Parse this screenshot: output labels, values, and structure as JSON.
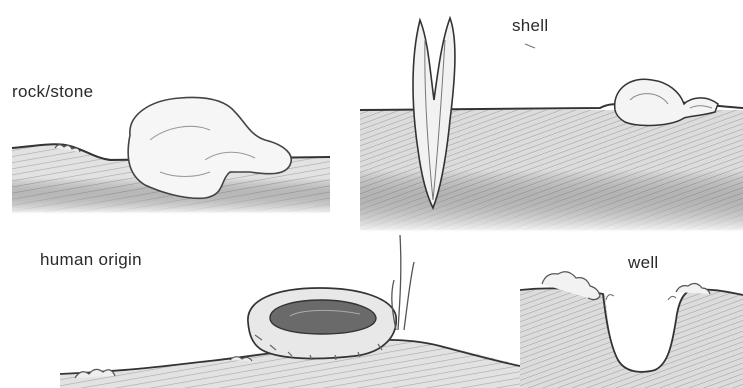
{
  "labels": {
    "rock": "rock/stone",
    "shell": "shell",
    "human": "human origin",
    "well": "well"
  },
  "colors": {
    "ink": "#2a2a2a",
    "soil": "#c9c9c9",
    "soil_dark": "#9a9a9a",
    "object_fill": "#f4f4f4"
  }
}
